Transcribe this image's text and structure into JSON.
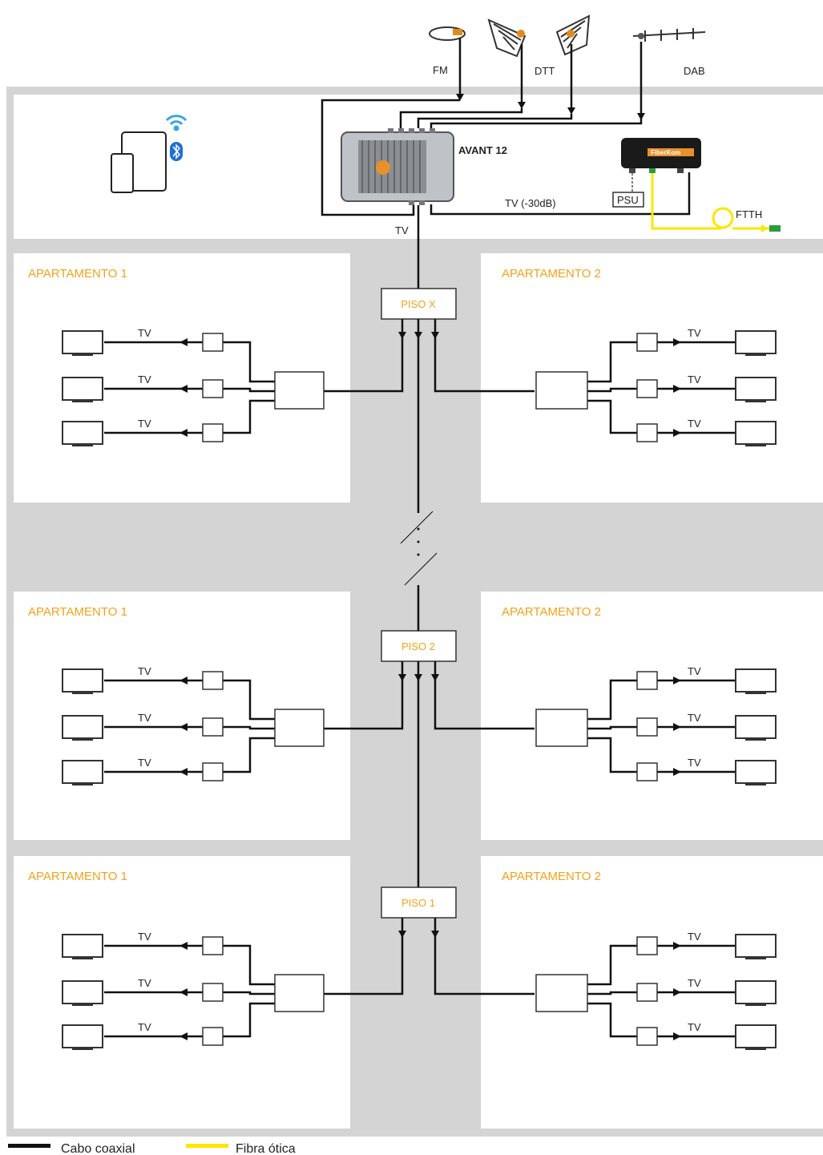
{
  "antennas": {
    "fm": "FM",
    "dtt": "DTT",
    "dab": "DAB"
  },
  "headend": {
    "device": "AVANT 12",
    "tv_out": "TV",
    "tv_fiber": "TV (-30dB)",
    "psu": "PSU",
    "ftth": "FTTH",
    "brand": "FiberKom"
  },
  "floors": [
    {
      "riser": "PISO X",
      "apt_left": "APARTAMENTO 1",
      "apt_right": "APARTAMENTO 2"
    },
    {
      "riser": "PISO 2",
      "apt_left": "APARTAMENTO 1",
      "apt_right": "APARTAMENTO 2"
    },
    {
      "riser": "PISO 1",
      "apt_left": "APARTAMENTO 1",
      "apt_right": "APARTAMENTO 2"
    }
  ],
  "tv_label": "TV",
  "legend": {
    "coax": "Cabo coaxial",
    "fiber": "Fibra ótica"
  },
  "colors": {
    "accent": "#f2a21b",
    "fiber": "#ffe500",
    "wall": "#d4d4d4",
    "cable": "#111111",
    "wifi": "#3aa7e0",
    "bluetooth": "#1f6fd1"
  }
}
